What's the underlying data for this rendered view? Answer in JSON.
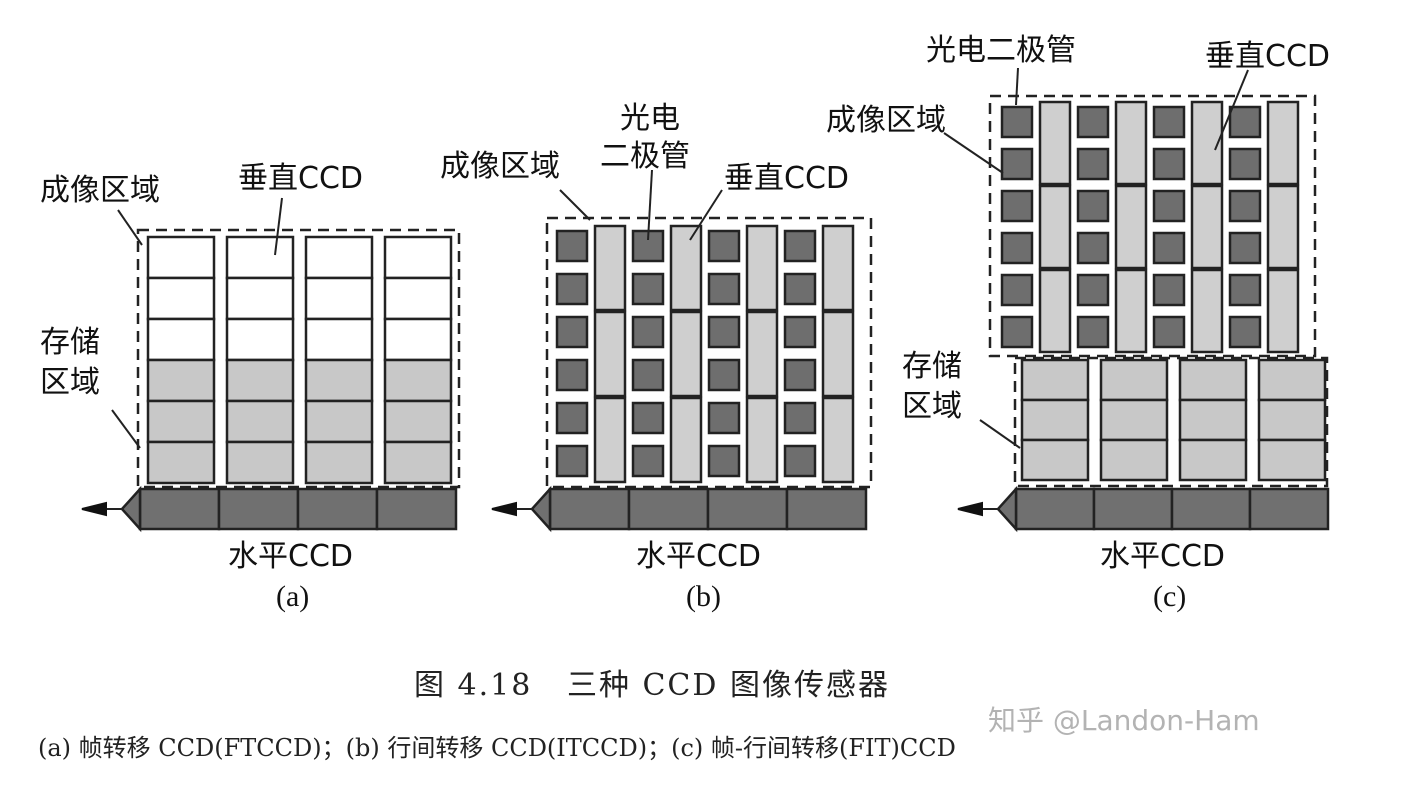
{
  "panels": {
    "a": {
      "imaging_area": "成像区域",
      "vertical_ccd": "垂直CCD",
      "storage_area_line1": "存储",
      "storage_area_line2": "区域",
      "horizontal_ccd": "水平CCD",
      "sub_label": "(a)"
    },
    "b": {
      "photodiode_line1": "光电",
      "photodiode_line2": "二极管",
      "imaging_area": "成像区域",
      "vertical_ccd": "垂直CCD",
      "horizontal_ccd": "水平CCD",
      "sub_label": "(b)"
    },
    "c": {
      "photodiode": "光电二极管",
      "vertical_ccd": "垂直CCD",
      "imaging_area": "成像区域",
      "storage_area_line1": "存储",
      "storage_area_line2": "区域",
      "horizontal_ccd": "水平CCD",
      "sub_label": "(c)"
    }
  },
  "caption": {
    "title": "图 4.18   三种 CCD 图像传感器",
    "subtitle": "(a) 帧转移 CCD(FTCCD)；(b) 行间转移 CCD(ITCCD)；(c) 帧-行间转移(FIT)CCD"
  },
  "watermark": "知乎 @Landon-Ham",
  "colors": {
    "photodiode": "#6e6e6e",
    "vertical_ccd": "#c8c8c8",
    "horizontal_ccd": "#707070",
    "imaging_cell": "#ffffff"
  }
}
